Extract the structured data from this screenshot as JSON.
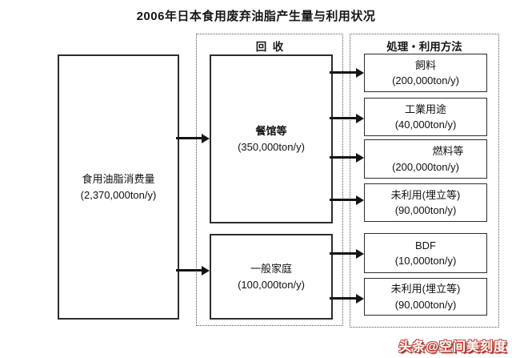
{
  "title": "2006年日本食用废弃油脂产生量与利用状况",
  "source_box": {
    "label": "食用油脂消费量",
    "value": "(2,370,000ton/y)"
  },
  "recycle_group": {
    "header": "回  收",
    "boxes": [
      {
        "label": "餐馆等",
        "value": "(350,000ton/y)"
      },
      {
        "label": "一般家庭",
        "value": "(100,000ton/y)"
      }
    ]
  },
  "treatment_group": {
    "header": "処理・利用方法",
    "boxes": [
      {
        "label": "飼料",
        "value": "(200,000ton/y)"
      },
      {
        "label": "工業用途",
        "value": "(40,000ton/y)"
      },
      {
        "label": "燃料等",
        "value": "(200,000ton/y)"
      },
      {
        "label": "未利用(埋立等)",
        "value": "(90,000ton/y)"
      },
      {
        "label": "BDF",
        "value": "(10,000ton/y)"
      },
      {
        "label": "未利用(埋立等)",
        "value": "(90,000ton/y)"
      }
    ]
  },
  "watermark": "头条@空间美刻度",
  "colors": {
    "line": "#141414",
    "border": "#2e2e2e",
    "watermark_red": "#c2473c"
  }
}
